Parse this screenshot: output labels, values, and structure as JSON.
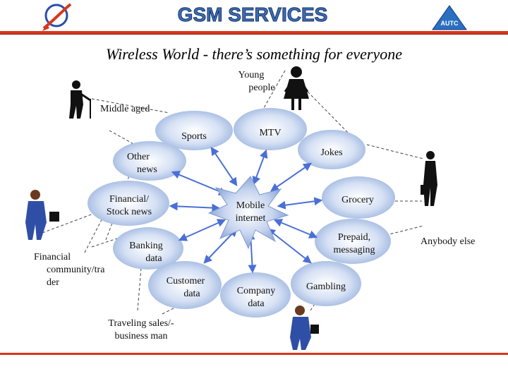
{
  "header": {
    "title": "GSM SERVICES",
    "subtitle": "Wireless World - there’s something for everyone",
    "logo_right_text": "AUTC"
  },
  "center": {
    "label_line1": "Mobile",
    "label_line2": "internet"
  },
  "services": [
    {
      "id": "sports",
      "line1": "Sports",
      "line2": ""
    },
    {
      "id": "mtv",
      "line1": "MTV",
      "line2": ""
    },
    {
      "id": "jokes",
      "line1": "Jokes",
      "line2": ""
    },
    {
      "id": "other-news",
      "line1": "Other",
      "line2": "news"
    },
    {
      "id": "financial-news",
      "line1": "Financial/",
      "line2": "Stock news"
    },
    {
      "id": "grocery",
      "line1": "Grocery",
      "line2": ""
    },
    {
      "id": "prepaid",
      "line1": "Prepaid,",
      "line2": "messaging"
    },
    {
      "id": "banking",
      "line1": "Banking",
      "line2": "data"
    },
    {
      "id": "customer",
      "line1": "Customer",
      "line2": "data"
    },
    {
      "id": "company",
      "line1": "Company",
      "line2": "data"
    },
    {
      "id": "gambling",
      "line1": "Gambling",
      "line2": ""
    }
  ],
  "segments": {
    "young": {
      "line1": "Young",
      "line2": "people"
    },
    "middle": {
      "line1": "Middle aged"
    },
    "financial": {
      "line1": "Financial",
      "line2": "community/tra",
      "line3": "der"
    },
    "traveling": {
      "line1": "Traveling sales/-",
      "line2": "business man"
    },
    "anybody": {
      "line1": "Anybody else"
    }
  },
  "colors": {
    "accent": "#d9361c",
    "bubble_fill": "#a9bfe3",
    "arrow": "#4a6fd6",
    "title_fill": "#3f6fb0"
  }
}
